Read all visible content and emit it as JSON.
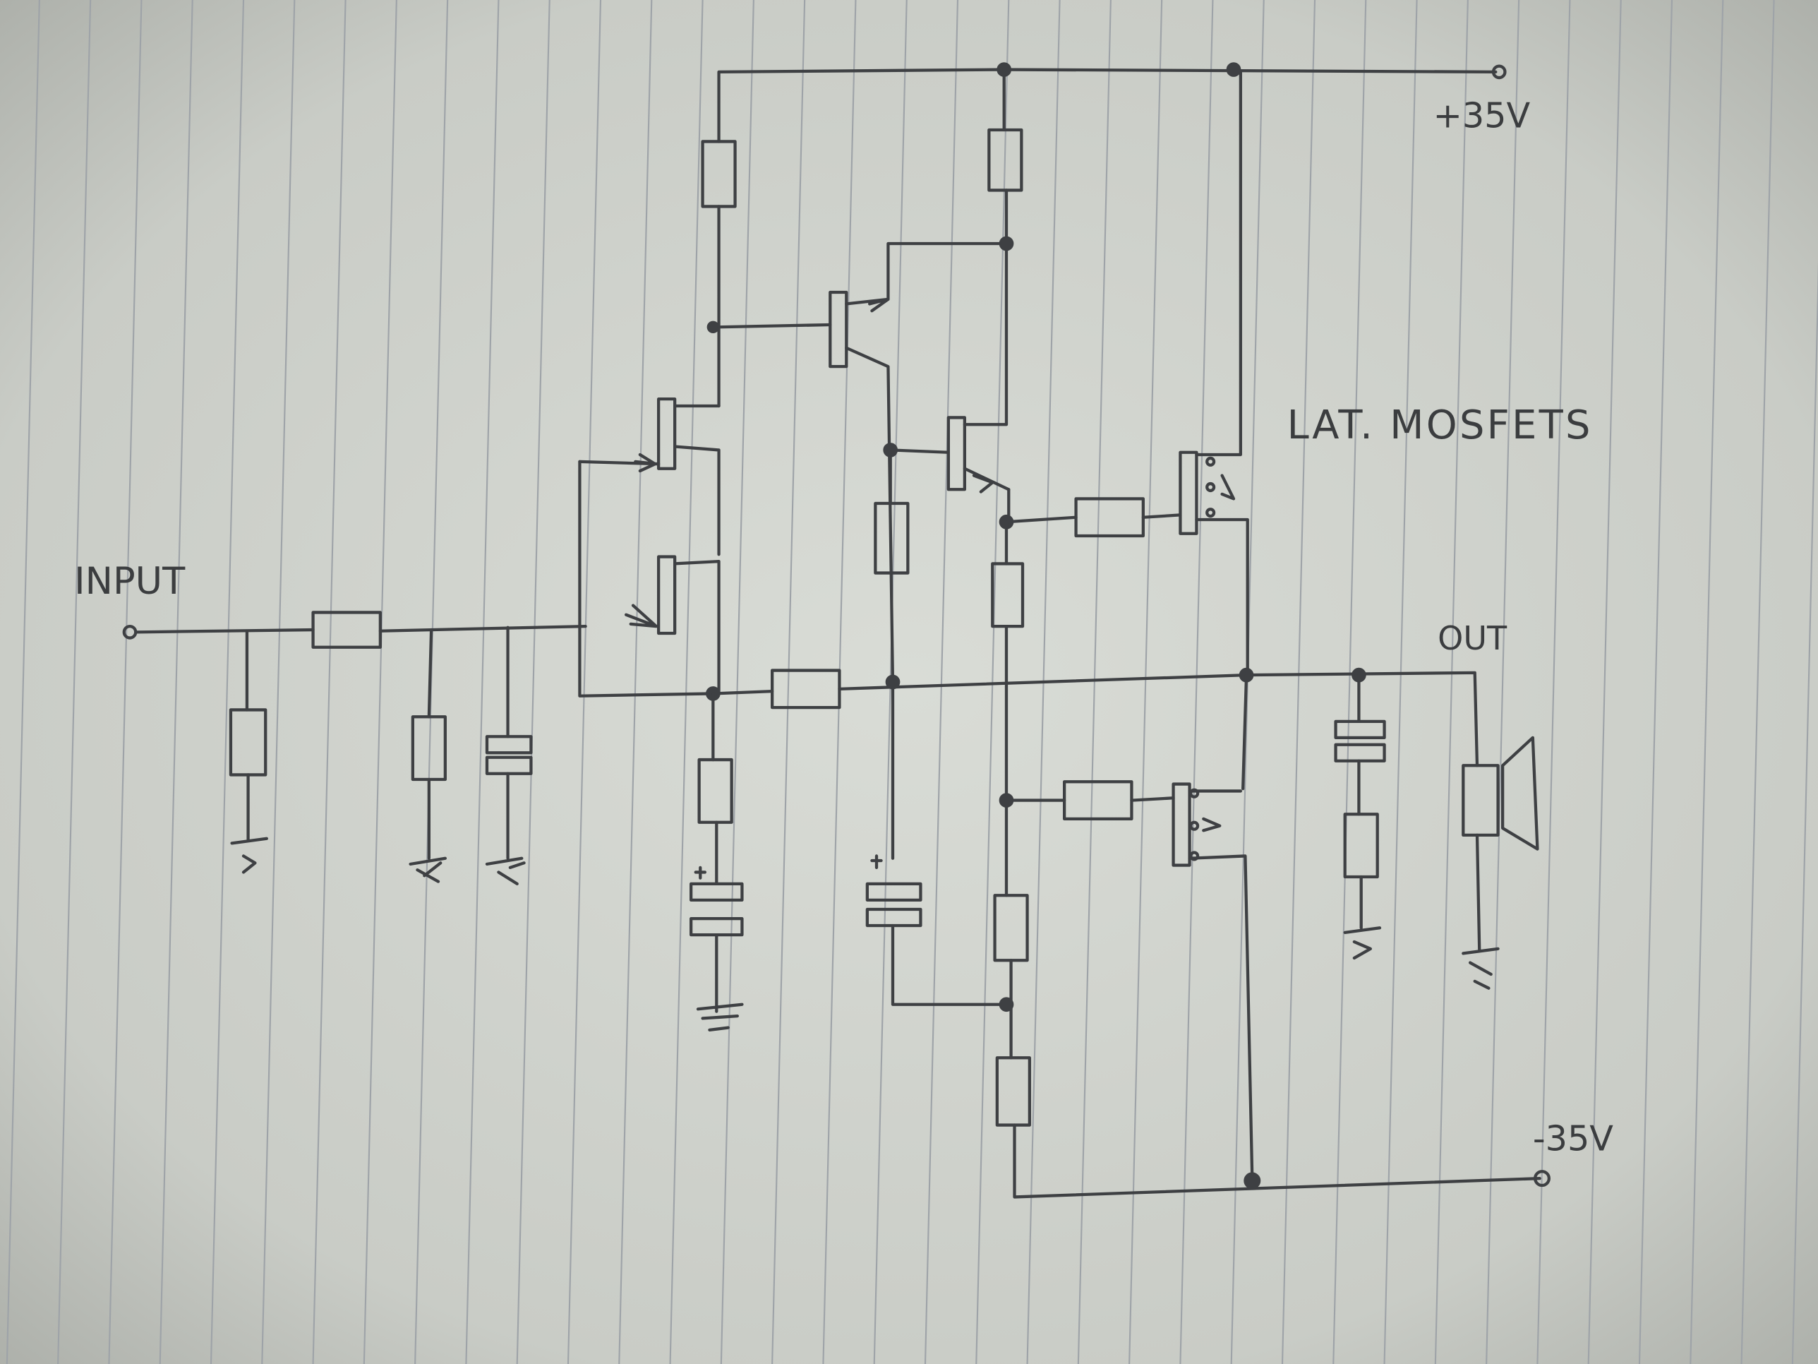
{
  "labels": {
    "input": "INPUT",
    "pos_rail": "+35V",
    "neg_rail": "-35V",
    "out": "OUT",
    "mosfets": "LAT. MOSFETS"
  },
  "colors": {
    "paper": "#cfd2cc",
    "ruling": "#9aa0a6",
    "ink": "#3e4043"
  }
}
